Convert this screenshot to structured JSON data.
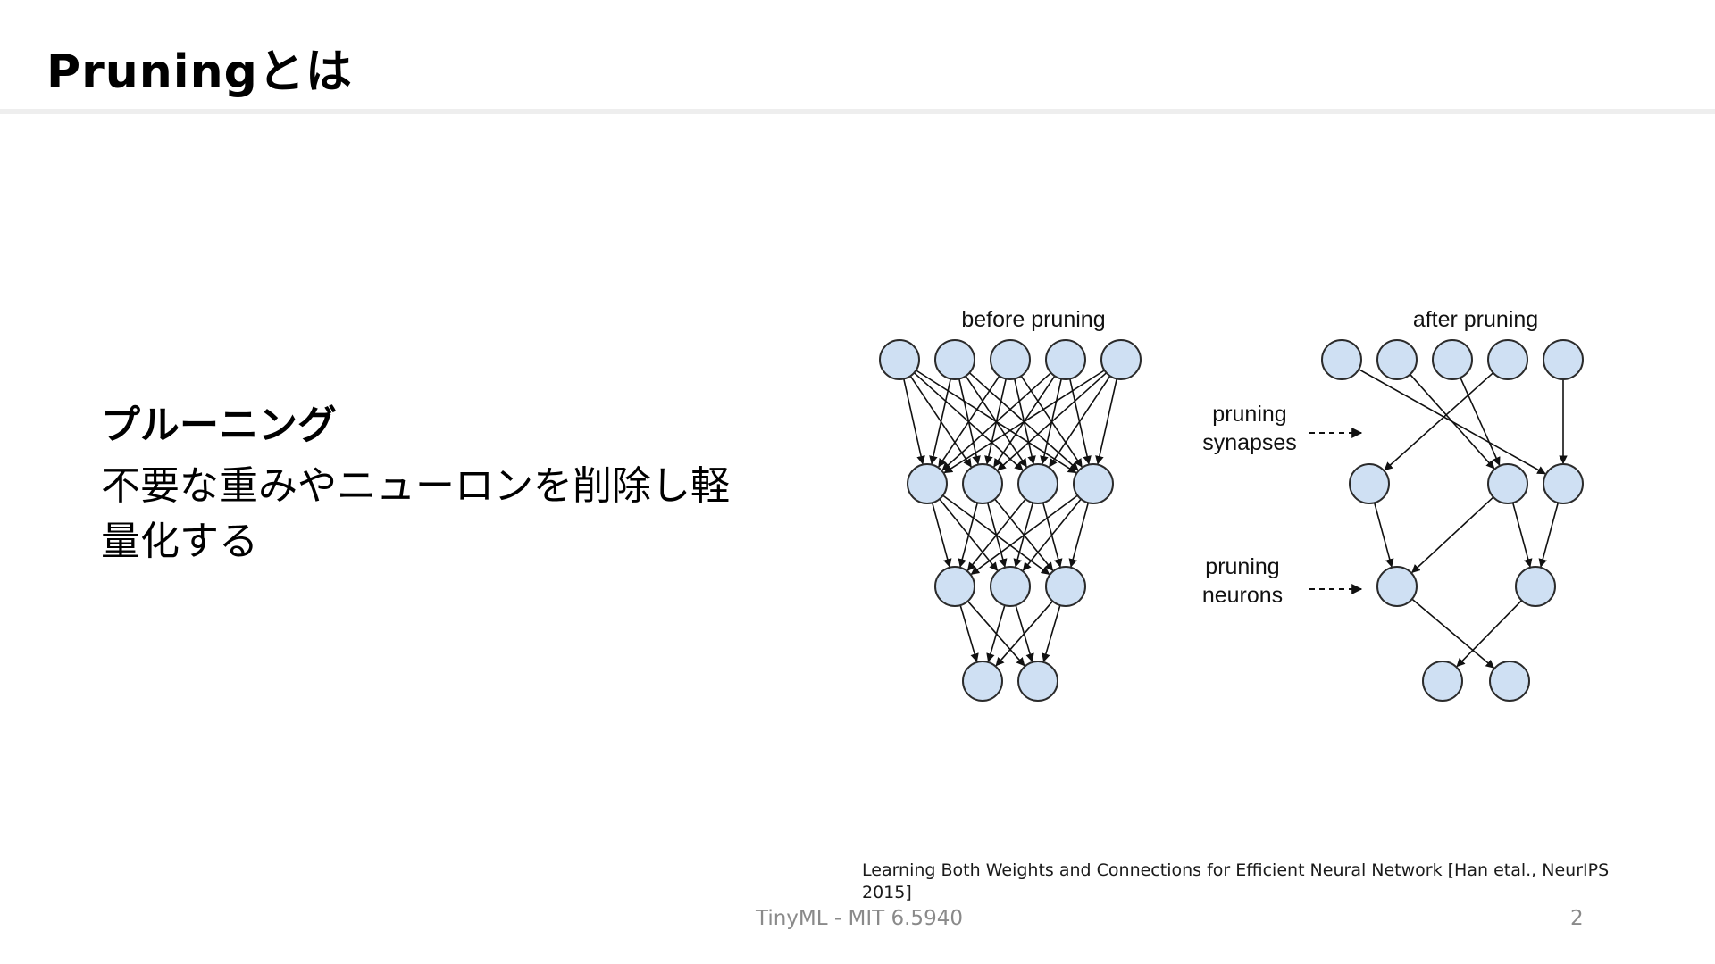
{
  "slide": {
    "title": "Pruningとは",
    "subheading": "プルーニング",
    "description": "不要な重みやニューロンを削除し軽量化する"
  },
  "figure": {
    "before_label": "before pruning",
    "after_label": "after pruning",
    "synapse_label_line1": "pruning",
    "synapse_label_line2": "synapses",
    "neuron_label_line1": "pruning",
    "neuron_label_line2": "neurons",
    "node_fill": "#cfe0f3",
    "node_stroke": "#2b2b2b",
    "before_network": {
      "layers": [
        5,
        4,
        3,
        2
      ],
      "connections": "full"
    },
    "after_network": {
      "layers": [
        5,
        3,
        2,
        2
      ],
      "edges_layer1": [
        [
          0,
          2
        ],
        [
          1,
          1
        ],
        [
          2,
          1
        ],
        [
          3,
          0
        ],
        [
          4,
          2
        ]
      ],
      "edges_layer2": [
        [
          0,
          0
        ],
        [
          1,
          0
        ],
        [
          1,
          1
        ],
        [
          2,
          1
        ]
      ],
      "edges_layer3": [
        [
          0,
          1
        ],
        [
          1,
          0
        ]
      ]
    }
  },
  "citation": "Learning Both Weights and Connections for Efficient Neural Network [Han etal., NeurIPS 2015]",
  "footer": {
    "course": "TinyML - MIT 6.5940",
    "page": "2"
  }
}
